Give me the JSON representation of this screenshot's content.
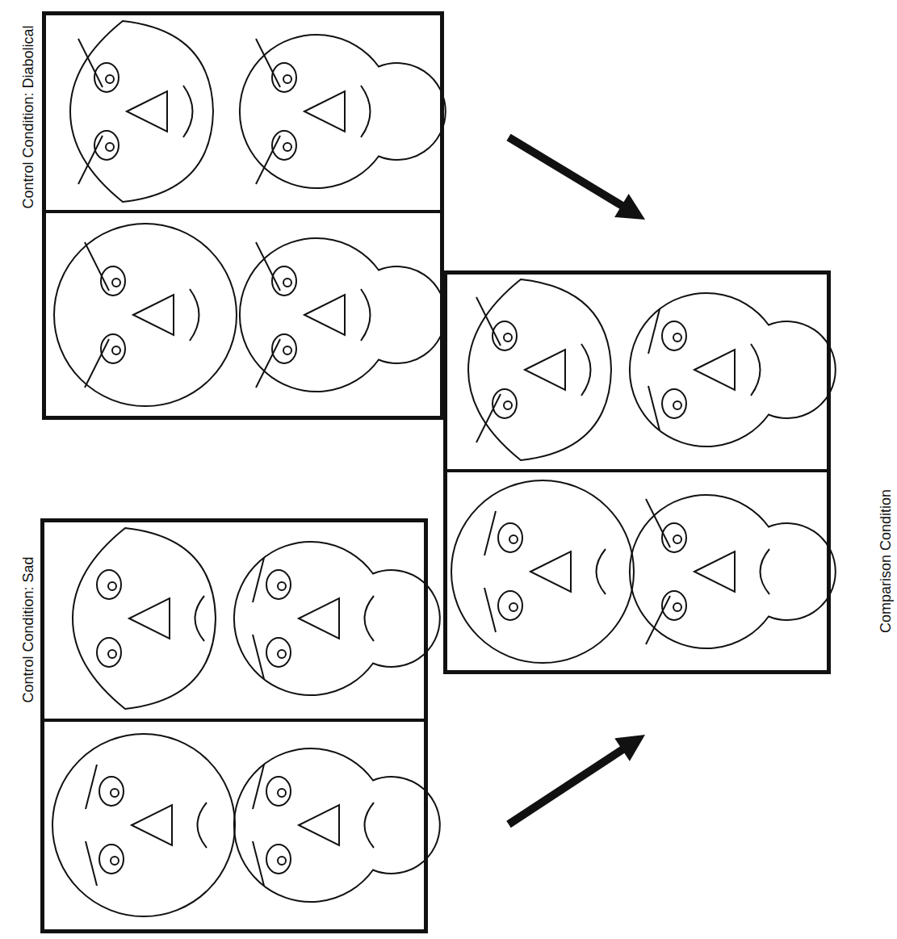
{
  "diagram": {
    "nodes": [
      {
        "text": [
          "Control Condition: Diabolical"
        ]
      },
      {
        "text": [
          "Comparison Condition"
        ]
      },
      {
        "text": [
          "Control Condition: Sad"
        ]
      }
    ],
    "edges": [
      {
        "from": 0,
        "to": 1,
        "arrow": "to"
      },
      {
        "from": 2,
        "to": 1,
        "arrow": "to"
      }
    ]
  }
}
